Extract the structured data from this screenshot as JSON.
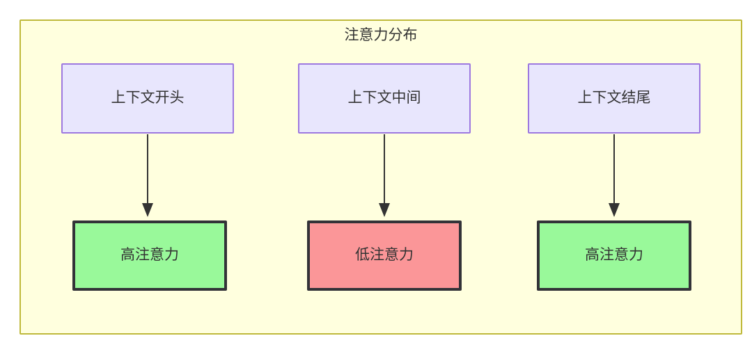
{
  "diagram": {
    "title": "注意力分布",
    "background_color": "#ffffff",
    "cluster": {
      "fill": "#ffffde",
      "stroke": "#bfb93b"
    },
    "palette": {
      "context_fill": "#e8e6fd",
      "context_stroke": "#9d78e0",
      "high_attention_fill": "#99f99a",
      "low_attention_fill": "#fb9698",
      "attention_stroke": "#333338",
      "edge_color": "#333333",
      "text_color": "#333333"
    },
    "nodes": {
      "context_start": "上下文开头",
      "context_middle": "上下文中间",
      "context_end": "上下文结尾",
      "attention_start": "高注意力",
      "attention_middle": "低注意力",
      "attention_end": "高注意力"
    },
    "edges": [
      {
        "from": "上下文开头",
        "to": "高注意力"
      },
      {
        "from": "上下文中间",
        "to": "低注意力"
      },
      {
        "from": "上下文结尾",
        "to": "高注意力"
      }
    ]
  }
}
